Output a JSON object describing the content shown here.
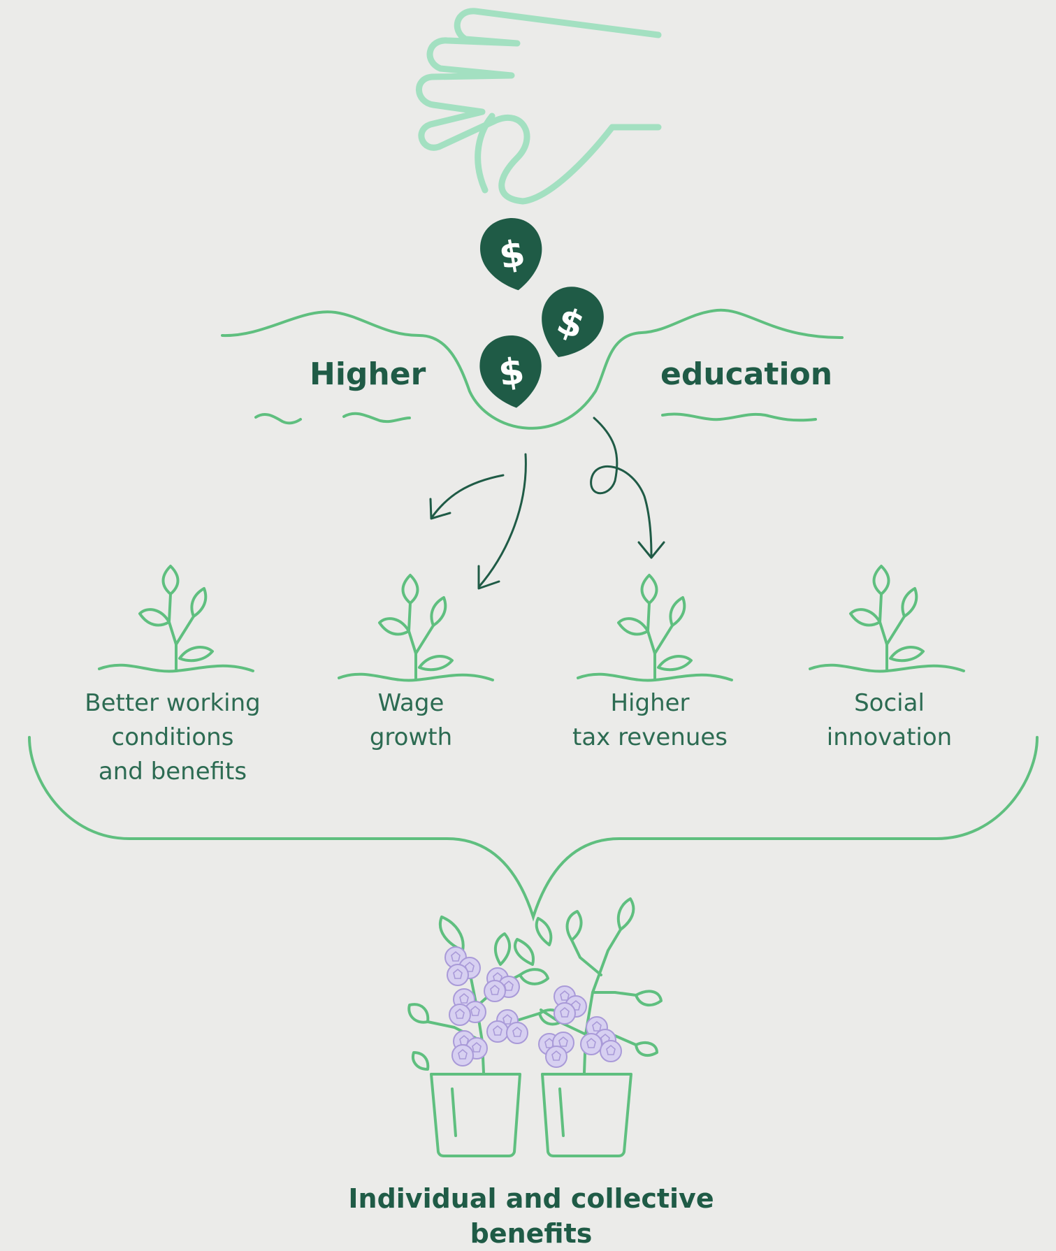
{
  "title": {
    "left": "Higher",
    "right": "education"
  },
  "coin_symbol": "$",
  "outcomes": [
    {
      "label": "Better working\nconditions\nand benefits"
    },
    {
      "label": "Wage\ngrowth"
    },
    {
      "label": "Higher\ntax revenues"
    },
    {
      "label": "Social\ninnovation"
    }
  ],
  "result": {
    "label": "Individual and collective\nbenefits"
  },
  "colors": {
    "background": "#ebebe9",
    "light_green": "#a3e0c1",
    "green": "#5fbf7f",
    "dark_green": "#1f5b46",
    "text_green": "#2c6b52",
    "flower_purple": "#d7d0f1",
    "flower_stroke": "#a99ad8"
  },
  "icons": [
    "hand-icon",
    "coin-icon",
    "sprout-icon",
    "flower-pot-icon",
    "arrow-icon"
  ]
}
